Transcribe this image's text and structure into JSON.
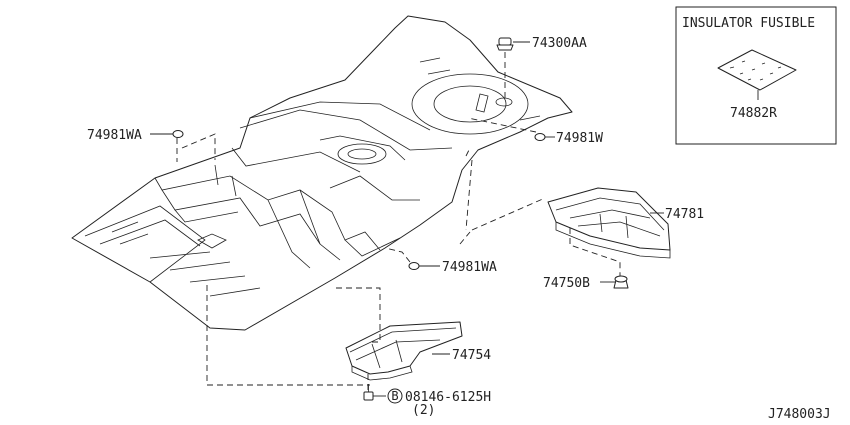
{
  "labels": {
    "part_74300AA": "74300AA",
    "part_74981WA_top": "74981WA",
    "part_74981W": "74981W",
    "part_74981WA_bottom": "74981WA",
    "part_74781": "74781",
    "part_74750B": "74750B",
    "part_74754": "74754",
    "bolt_circle_letter": "B",
    "bolt_part": "08146-6125H",
    "bolt_qty": "(2)",
    "inset_title": "INSULATOR FUSIBLE",
    "inset_part": "74882R",
    "diagram_code": "J748003J"
  }
}
